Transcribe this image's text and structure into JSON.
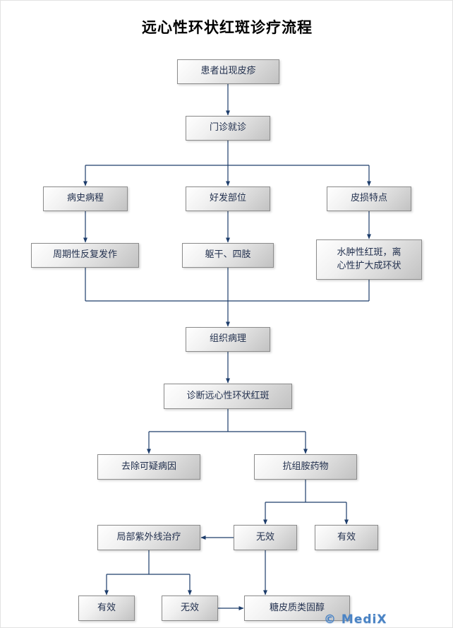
{
  "title": "远心性环状红斑诊疗流程",
  "watermark": "© MediX",
  "nodes": {
    "rash": "患者出现皮疹",
    "clinic": "门诊就诊",
    "history": "病史病程",
    "sites": "好发部位",
    "lesion": "皮损特点",
    "periodic": "周期性反复发作",
    "trunk": "躯干、四肢",
    "edema": "水肿性红斑，离\n心性扩大成环状",
    "pathology": "组织病理",
    "diagnosis": "诊断远心性环状红斑",
    "remove_cause": "去除可疑病因",
    "antihistamine": "抗组胺药物",
    "ineffective1": "无效",
    "effective1": "有效",
    "uv_therapy": "局部紫外线治疗",
    "effective2": "有效",
    "ineffective2": "无效",
    "steroid": "糖皮质类固醇"
  }
}
